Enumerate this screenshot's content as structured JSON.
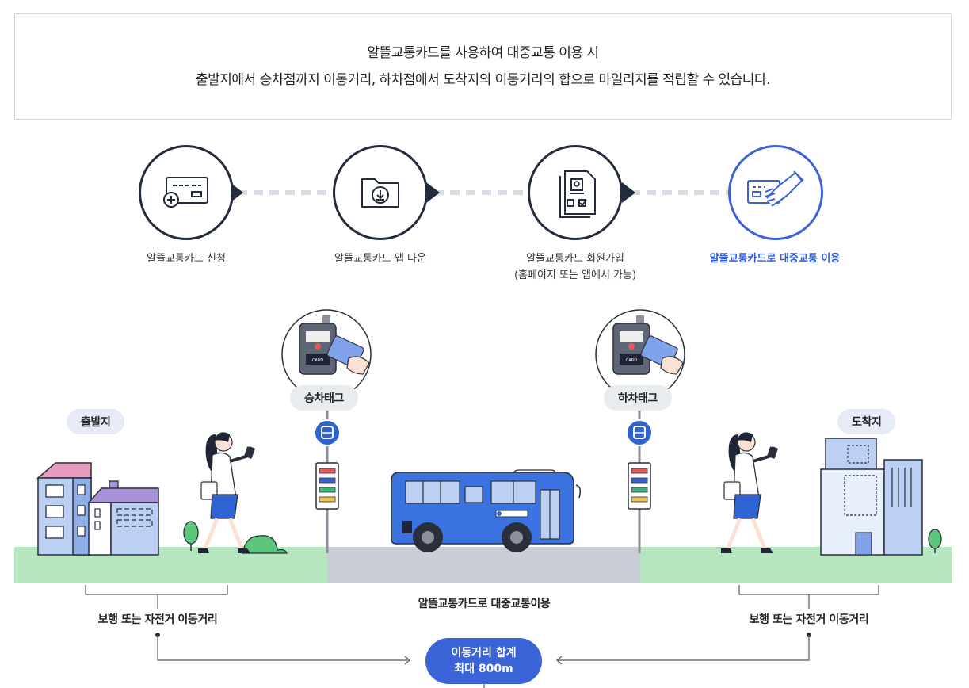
{
  "intro": {
    "line1": "알뜰교통카드를 사용하여 대중교통 이용 시",
    "line2": "출발지에서 승차점까지 이동거리, 하차점에서 도착지의 이동거리의 합으로 마일리지를 적립할 수 있습니다."
  },
  "steps": [
    {
      "label": "알뜰교통카드 신청",
      "icon": "card-add-icon"
    },
    {
      "label": "알뜰교통카드 앱 다운",
      "icon": "folder-download-icon"
    },
    {
      "label": "알뜰교통카드 회원가입",
      "sublabel": "(홈페이지 또는 앱에서 가능)",
      "icon": "member-document-icon"
    },
    {
      "label": "알뜰교통카드로 대중교통 이용",
      "icon": "card-handover-icon"
    }
  ],
  "scene": {
    "origin_label": "출발지",
    "destination_label": "도착지",
    "board_tag_label": "승차태그",
    "alight_tag_label": "하차태그",
    "card_reader_text": "CARD",
    "walk_left_caption": "보행 또는 자전거 이동거리",
    "walk_right_caption": "보행 또는 자전거 이동거리",
    "transit_caption": "알뜰교통카드로 대중교통이용",
    "total_line1": "이동거리 합계",
    "total_line2": "최대 800m"
  },
  "colors": {
    "accent": "#3a63d8",
    "dark_outline": "#232c3e",
    "grass": "#b5e6bf",
    "road": "#c9cdd6",
    "bus": "#3a73e0",
    "building_blue": "#bcd0f3",
    "building_purple": "#a891d6"
  }
}
